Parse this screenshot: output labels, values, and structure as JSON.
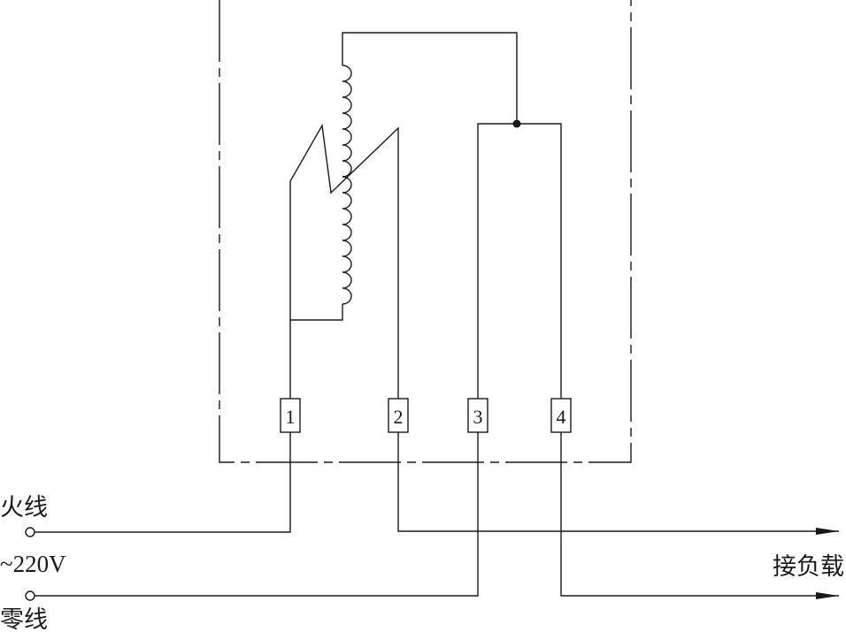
{
  "diagram": {
    "terminals": [
      "1",
      "2",
      "3",
      "4"
    ],
    "labels": {
      "live": "火线",
      "voltage": "~220V",
      "neutral": "零线",
      "load": "接负载"
    }
  }
}
